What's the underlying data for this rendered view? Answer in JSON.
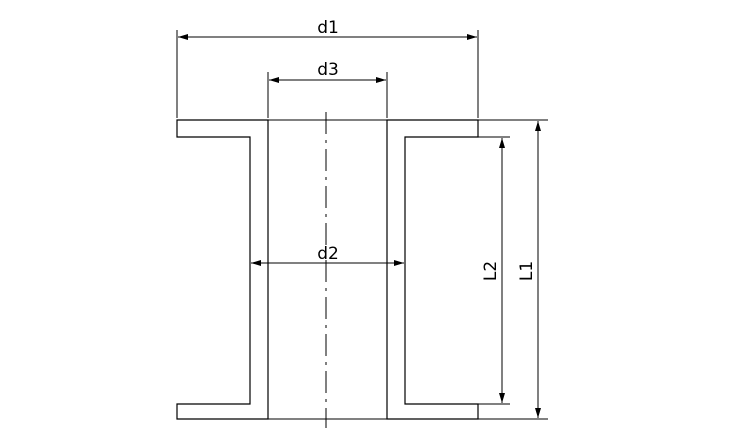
{
  "drawing": {
    "labels": {
      "d1": "d1",
      "d2": "d2",
      "d3": "d3",
      "L1": "L1",
      "L2": "L2"
    }
  }
}
